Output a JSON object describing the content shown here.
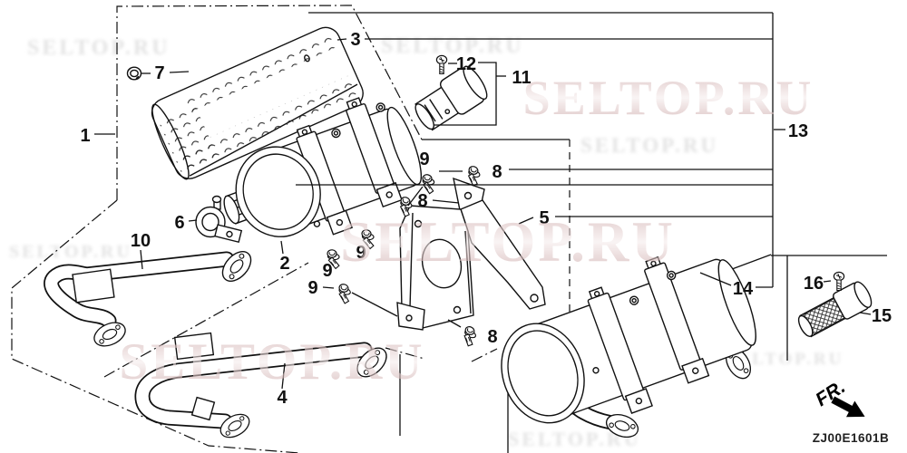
{
  "diagram": {
    "image_code": "ZJ00E1601B",
    "direction_indicator": "FR.",
    "watermark_text": "SELTOP.RU",
    "colors": {
      "background": "#ffffff",
      "line": "#111111",
      "watermark_light": "#f5ebeb",
      "watermark_dark": "#c79f9f"
    },
    "callouts": {
      "n1": "1",
      "n2": "2",
      "n3": "3",
      "n4": "4",
      "n5": "5",
      "n6": "6",
      "n7": "7",
      "n8": "8",
      "n9": "9",
      "n10": "10",
      "n11": "11",
      "n12": "12",
      "n13": "13",
      "n14": "14",
      "n15": "15",
      "n16": "16"
    }
  }
}
